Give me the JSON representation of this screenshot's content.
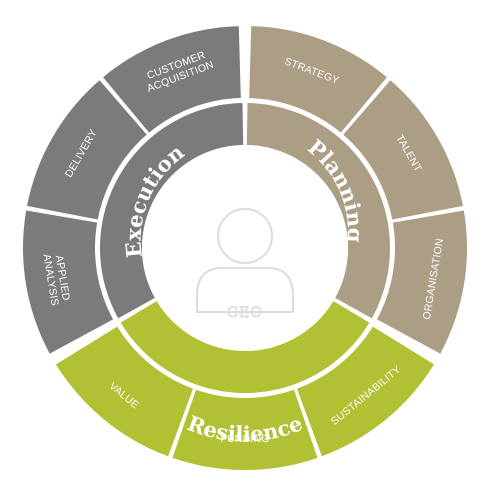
{
  "center": {
    "label": "CEO",
    "icon": "person-icon"
  },
  "sections": {
    "execution": {
      "label": "Execution",
      "color": "#7b7b7b",
      "items": [
        "CUSTOMER ACQUISITION",
        "DELIVERY",
        "APPLIED ANALYSIS"
      ]
    },
    "planning": {
      "label": "Planning",
      "color": "#ac9d85",
      "items": [
        "STRATEGY",
        "TALENT",
        "ORGANISATION"
      ]
    },
    "resilience": {
      "label": "Resilience",
      "color": "#b2c034",
      "items": [
        "VALUE",
        "FUNDING",
        "SUSTAINABILITY"
      ]
    }
  }
}
